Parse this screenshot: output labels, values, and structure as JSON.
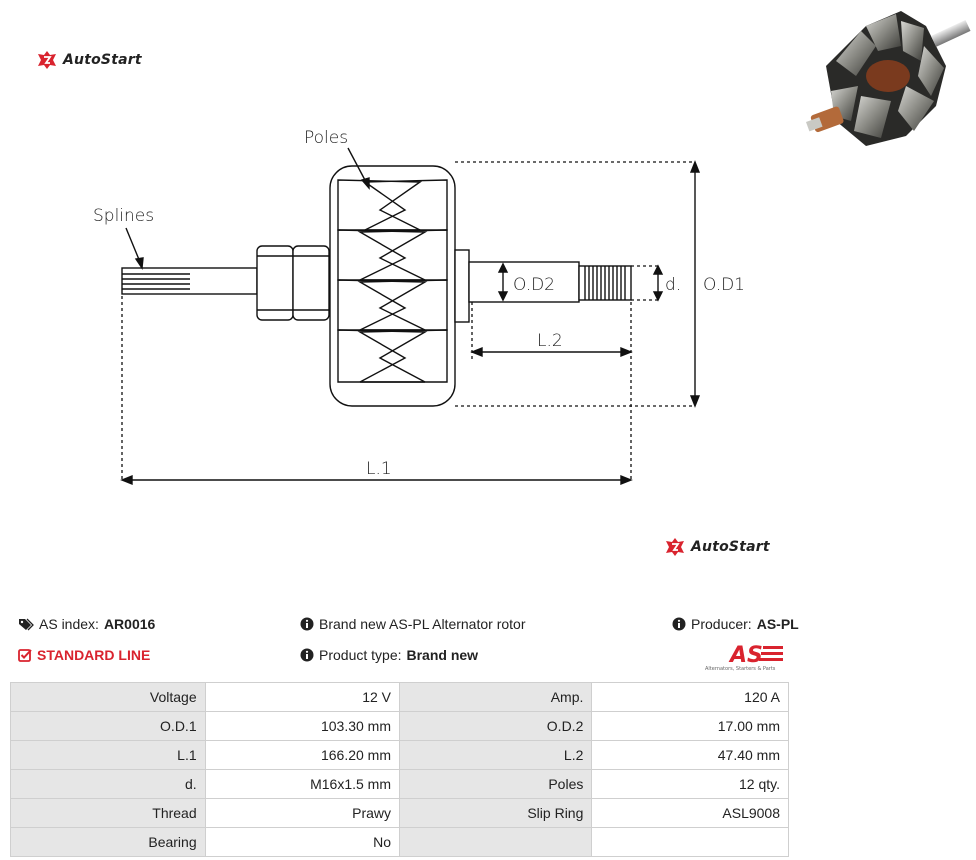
{
  "brand": {
    "name": "AutoStart",
    "accent": "#d9232e"
  },
  "diagram": {
    "labels": {
      "poles": "Poles",
      "splines": "Splines",
      "od2": "O.D2",
      "d": "d.",
      "od1": "O.D1",
      "l2": "L.2",
      "l1": "L.1"
    }
  },
  "info": {
    "as_index_label": "AS index:",
    "as_index_value": "AR0016",
    "standard_line": "STANDARD LINE",
    "description": "Brand new AS-PL Alternator rotor",
    "product_type_label": "Product type:",
    "product_type_value": "Brand new",
    "producer_label": "Producer:",
    "producer_value": "AS-PL"
  },
  "as_logo": {
    "text": "AS",
    "tagline": "Alternators, Starters & Parts"
  },
  "specs": [
    {
      "l1": "Voltage",
      "v1": "12 V",
      "l2": "Amp.",
      "v2": "120 A"
    },
    {
      "l1": "O.D.1",
      "v1": "103.30 mm",
      "l2": "O.D.2",
      "v2": "17.00 mm"
    },
    {
      "l1": "L.1",
      "v1": "166.20 mm",
      "l2": "L.2",
      "v2": "47.40 mm"
    },
    {
      "l1": "d.",
      "v1": "M16x1.5 mm",
      "l2": "Poles",
      "v2": "12 qty."
    },
    {
      "l1": "Thread",
      "v1": "Prawy",
      "l2": "Slip Ring",
      "v2": "ASL9008"
    },
    {
      "l1": "Bearing",
      "v1": "No",
      "l2": "",
      "v2": ""
    }
  ]
}
